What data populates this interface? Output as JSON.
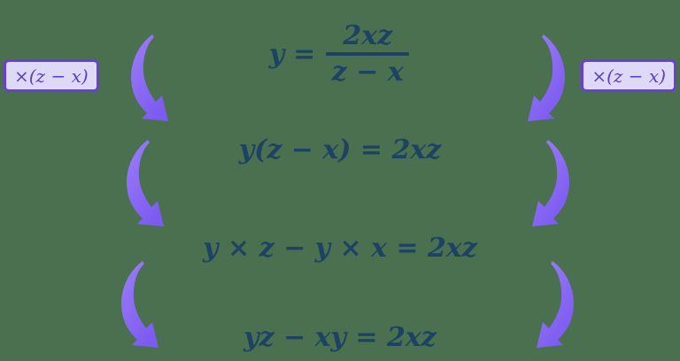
{
  "colors": {
    "background": "#4a7050",
    "equation_text": "#1d4264",
    "arrow_fill_start": "#9b7ef8",
    "arrow_fill_end": "#7d5bf0",
    "box_fill": "#ded9f7",
    "box_border": "#6b3fd4",
    "box_text": "#5b3ec8"
  },
  "diagram": {
    "type": "algebra-rearrangement-steps",
    "steps": [
      {
        "id": "step-1",
        "latex": "y = \\frac{2xz}{z-x}",
        "plain": "y = 2xz / (z - x)",
        "lhs": "y",
        "relation": "=",
        "fraction": {
          "numerator": "2xz",
          "denominator": "z − x"
        }
      },
      {
        "id": "step-2",
        "latex": "y(z-x) = 2xz",
        "plain": "y(z − x) = 2xz",
        "text": "y(z − x) = 2xz"
      },
      {
        "id": "step-3",
        "latex": "y \\times z - y \\times x = 2xz",
        "plain": "y × z − y × x = 2xz",
        "text": "y × z − y × x = 2xz"
      },
      {
        "id": "step-4",
        "latex": "yz - xy = 2xz",
        "plain": "yz − xy = 2xz",
        "text": "yz − xy = 2xz"
      }
    ],
    "operation_labels": [
      {
        "id": "op-left",
        "text": "×(z − x)",
        "side": "left"
      },
      {
        "id": "op-right",
        "text": "×(z − x)",
        "side": "right"
      }
    ],
    "arrows": [
      {
        "id": "arrow-left-1",
        "side": "left",
        "from": "step-1",
        "to": "step-2",
        "direction": "down"
      },
      {
        "id": "arrow-right-1",
        "side": "right",
        "from": "step-1",
        "to": "step-2",
        "direction": "down"
      },
      {
        "id": "arrow-left-2",
        "side": "left",
        "from": "step-2",
        "to": "step-3",
        "direction": "down"
      },
      {
        "id": "arrow-right-2",
        "side": "right",
        "from": "step-2",
        "to": "step-3",
        "direction": "down"
      },
      {
        "id": "arrow-left-3",
        "side": "left",
        "from": "step-3",
        "to": "step-4",
        "direction": "down"
      },
      {
        "id": "arrow-right-3",
        "side": "right",
        "from": "step-3",
        "to": "step-4",
        "direction": "down"
      }
    ]
  },
  "equation1": {
    "lhs": "y",
    "equals": "=",
    "numerator": "2xz",
    "denominator": "z − x"
  },
  "equation2": {
    "text": "y(z − x) = 2xz"
  },
  "equation3": {
    "text": "y × z − y × x = 2xz"
  },
  "equation4": {
    "text": "yz − xy = 2xz"
  },
  "labels": {
    "left_multiplier": "×(z − x)",
    "right_multiplier": "×(z − x)"
  }
}
